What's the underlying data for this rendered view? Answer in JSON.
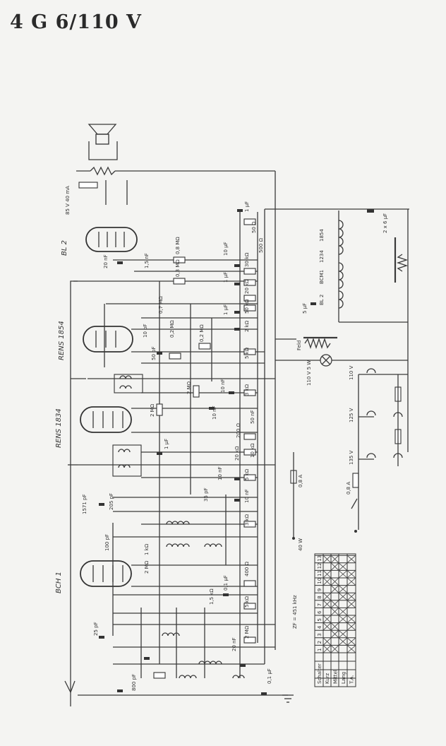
{
  "title": "4 G 6/110 V",
  "tubes": [
    {
      "id": "bl2",
      "label": "BL 2"
    },
    {
      "id": "renS1854",
      "label": "RENS 1854"
    },
    {
      "id": "renS1834",
      "label": "RENS 1834"
    },
    {
      "id": "bch1",
      "label": "BCH 1"
    }
  ],
  "power": {
    "tube_column": [
      "BL 2",
      "BCM1",
      "1234",
      "1854"
    ],
    "feld": "Feld",
    "cap": "2 x 6 µF",
    "cap5": "5 µF",
    "lamp": "110 V\n5 W",
    "mains": "110 V",
    "taps": [
      "125 V",
      "135 V"
    ],
    "fuse": "0,8 A",
    "speaker_label": "85 V 40 mA"
  },
  "components": [
    "1 µF",
    "50 Ω",
    "500 Ω",
    "0,8 MΩ",
    "10 µF",
    "1,5 nF",
    "20 nF",
    "30 kΩ",
    "0,3 MΩ",
    "1 µF",
    "20 kΩ",
    "50 kΩ",
    "0,7 MΩ",
    "1 µF",
    "2 kΩ",
    "10 pF",
    "0,2 MΩ",
    "50 pF",
    "0,2 MΩ",
    "5 kΩ",
    "2 MΩ",
    "10 nF",
    "3 kΩ",
    "2 MΩ",
    "10 nF",
    "50 nF",
    "200 Ω",
    "20 kΩ",
    "10 kΩ",
    "10 nF",
    "5 kΩ",
    "1 µF",
    "35 pF",
    "10 nF",
    "3 kΩ",
    "100 pF",
    "1 kΩ",
    "2 MΩ",
    "400 Ω",
    "0,1 µF",
    "1,5 kΩ",
    "5 kΩ",
    "2 MΩ",
    "25 pF",
    "20 nF",
    "800 pF",
    "0,1 µF",
    "1571 pF",
    "205 pF"
  ],
  "notes": {
    "zf": "ZF = 451 kHz",
    "fuse_small": "0,8 A",
    "power_w": "40 W"
  },
  "switch_table": {
    "header": [
      "Schalter",
      "1",
      "2",
      "3",
      "4",
      "5",
      "6",
      "7",
      "8",
      "9",
      "10",
      "11",
      "12",
      "13"
    ],
    "rows": [
      {
        "name": "Kurz"
      },
      {
        "name": "Mittel"
      },
      {
        "name": "Lang"
      },
      {
        "name": "T.A."
      }
    ]
  },
  "colors": {
    "ink": "#333333",
    "paper": "#f4f4f2"
  }
}
